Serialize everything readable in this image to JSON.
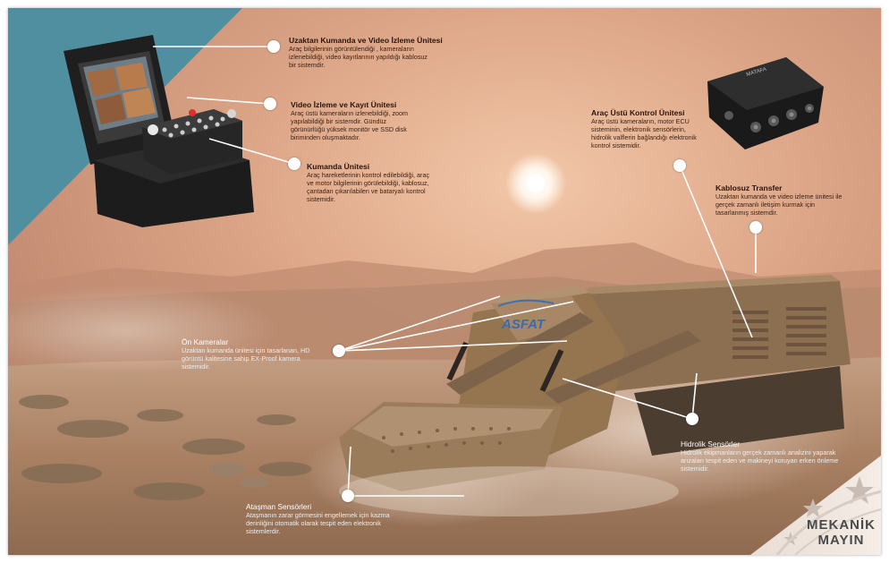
{
  "callouts": {
    "remote_unit": {
      "title": "Uzaktan Kumanda ve Video İzleme Ünitesi",
      "text": [
        "Araç bilgilerinin görüntülendiği , kameraların",
        "izlenebildiği, video kayıtlarının yapıldığı kablosuz",
        "bir sistemdir."
      ]
    },
    "video_unit": {
      "title": "Video İzleme ve Kayıt Ünitesi",
      "text": [
        "Araç üstü kameraların izlenebildiği, zoom",
        "yapılabildiği bir sistemdir. Gündüz",
        "görünürlüğü yüksek monitör ve SSD disk",
        "biriminden oluşmaktadır."
      ]
    },
    "command_unit": {
      "title": "Kumanda Ünitesi",
      "text": [
        "Araç hareketlerinin kontrol edilebildiği, araç",
        "ve motor bilgilerinin görülebildiği, kablosuz,",
        "çantadan çıkarılabilen ve bataryalı kontrol",
        "sistemidir."
      ]
    },
    "vehicle_control": {
      "title": "Araç Üstü Kontrol Ünitesi",
      "text": [
        "Araç üstü kameraların, motor ECU",
        "sisteminin, elektronik sensörlerin,",
        "hidrolik valflerin bağlandığı elektronik",
        "kontrol sistemidir."
      ]
    },
    "wireless": {
      "title": "Kablosuz Transfer",
      "text": [
        "Uzaktan kumanda ve video izleme ünitesi ile",
        "gerçek zamanlı iletişim kurmak için",
        "tasarlanmış sistemdir."
      ]
    },
    "front_cameras": {
      "title": "Ön Kameralar",
      "text": [
        "Uzaktan kumanda ünitesi için tasarlanan, HD",
        "görüntü kalitesine sahip EX-Proof kamera",
        "sistemidir."
      ]
    },
    "hydraulic": {
      "title": "Hidrolik Sensörler",
      "text": [
        "Hidrolik ekipmanların gerçek zamanlı analizini yaparak",
        "arızaları tespit eden ve makineyi koruyan erken önleme",
        "sistemidir."
      ]
    },
    "attachment": {
      "title": "Ataşman Sensörleri",
      "text": [
        "Ataşmanın zarar görmesini engellemek için kazma",
        "derinliğini otomatik olarak tespit eden elektronik",
        "sistemlerdir."
      ]
    }
  },
  "vehicle_logo": "ASFAT",
  "device_label": "MATAFA",
  "brand": {
    "line1": "MEKANİK",
    "line2": "MAYIN"
  },
  "colors": {
    "teal": "#4f8fa0",
    "sky": "#d9a98a",
    "ground": "#b48a6c",
    "vehicle": "#8f7150"
  }
}
